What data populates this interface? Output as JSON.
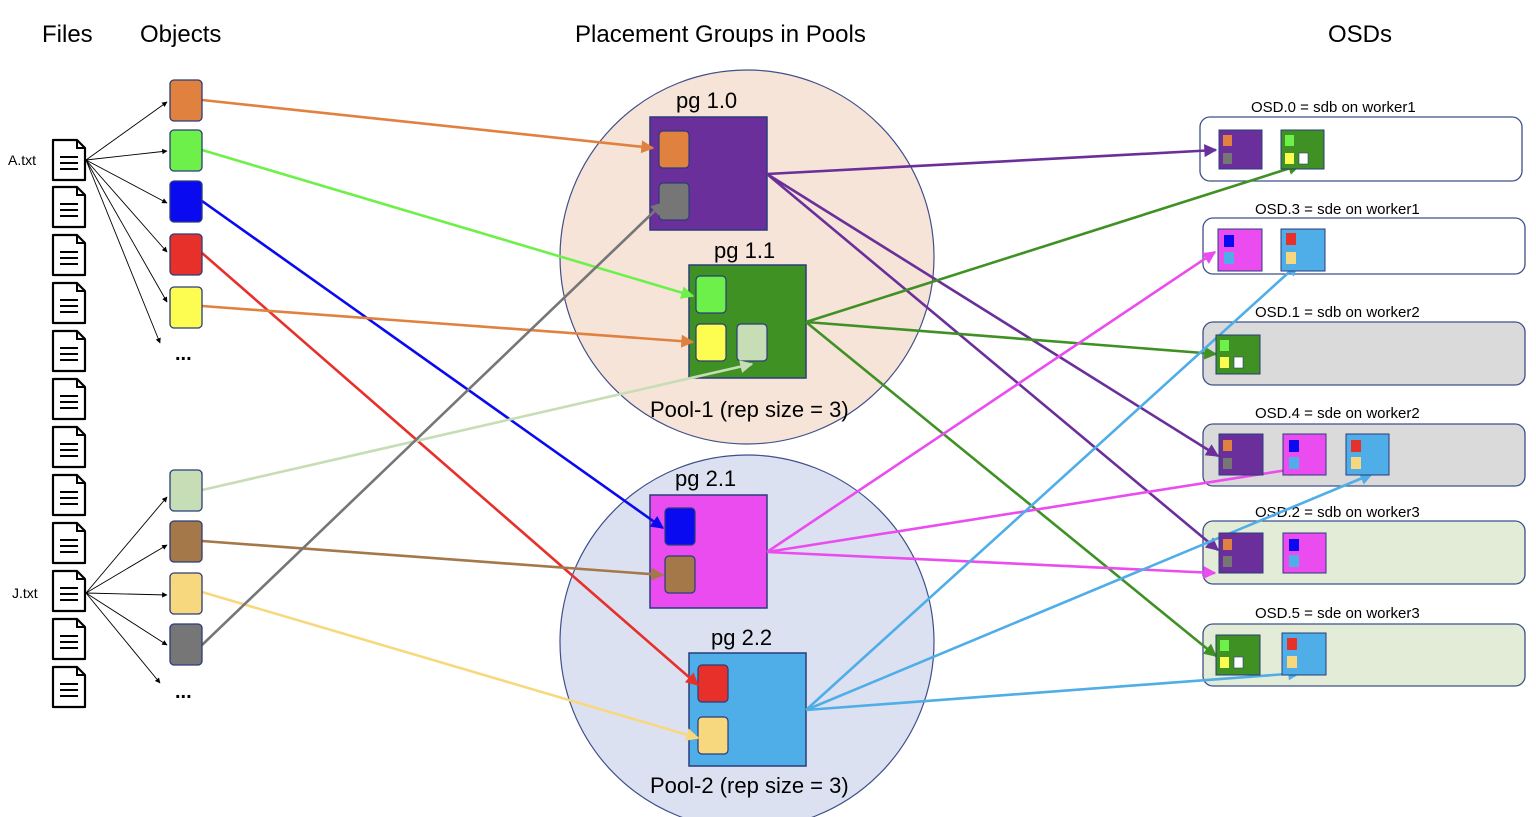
{
  "headers": {
    "files": "Files",
    "objects": "Objects",
    "placement": "Placement Groups in Pools",
    "osds": "OSDs"
  },
  "files": {
    "a_label": "A.txt",
    "j_label": "J.txt",
    "ellipsis": "..."
  },
  "pgs": {
    "pg10": "pg 1.0",
    "pg11": "pg 1.1",
    "pg21": "pg 2.1",
    "pg22": "pg 2.2"
  },
  "pools": {
    "pool1": "Pool-1 (rep size = 3)",
    "pool2": "Pool-2 (rep size = 3)"
  },
  "osds": [
    {
      "label": "OSD.0 = sdb on worker1"
    },
    {
      "label": "OSD.3 = sde on worker1"
    },
    {
      "label": "OSD.1 = sdb on worker2"
    },
    {
      "label": "OSD.4 = sde on worker2"
    },
    {
      "label": "OSD.2 = sdb on worker3"
    },
    {
      "label": "OSD.5 = sde on worker3"
    }
  ],
  "colors": {
    "orange": "#E0813F",
    "green_light": "#6EF04A",
    "blue": "#0A0AF0",
    "red": "#E8302A",
    "yellow": "#FDFC50",
    "sage": "#C7DDB5",
    "brown": "#A47848",
    "tan": "#F8D87E",
    "gray": "#767676",
    "purple": "#6A2F9A",
    "green_dark": "#3F9124",
    "magenta": "#EA4CF0",
    "sky": "#4FADE8",
    "pool1_fill": "#F6E4D8",
    "pool2_fill": "#DCE1F1",
    "osd_gray": "#DADADA",
    "osd_green": "#E3ECD7"
  }
}
